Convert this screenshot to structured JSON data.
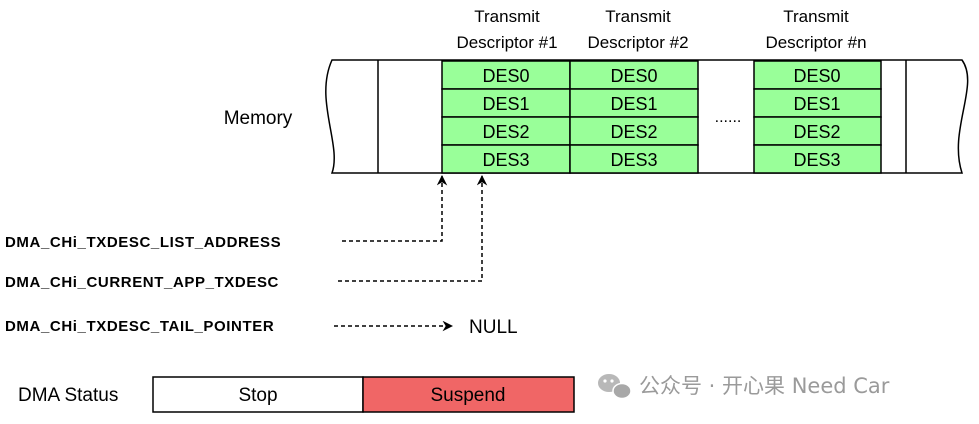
{
  "memory": {
    "label": "Memory"
  },
  "descriptors": [
    {
      "title_line1": "Transmit",
      "title_line2": "Descriptor #1",
      "fields": [
        "DES0",
        "DES1",
        "DES2",
        "DES3"
      ]
    },
    {
      "title_line1": "Transmit",
      "title_line2": "Descriptor #2",
      "fields": [
        "DES0",
        "DES1",
        "DES2",
        "DES3"
      ]
    },
    {
      "title_line1": "Transmit",
      "title_line2": "Descriptor #n",
      "fields": [
        "DES0",
        "DES1",
        "DES2",
        "DES3"
      ]
    }
  ],
  "ellipsis": "......",
  "registers": {
    "list_address": "DMA_CHi_TXDESC_LIST_ADDRESS",
    "current_app": "DMA_CHi_CURRENT_APP_TXDESC",
    "tail_pointer": "DMA_CHi_TXDESC_TAIL_POINTER"
  },
  "null_label": "NULL",
  "dma_status": {
    "label": "DMA Status",
    "states": [
      "Stop",
      "Suspend"
    ]
  },
  "colors": {
    "descriptor_fill": "#99ff99",
    "suspend_fill": "#f06666",
    "stop_fill": "#ffffff"
  },
  "watermark": "公众号 · 开心果 Need Car"
}
